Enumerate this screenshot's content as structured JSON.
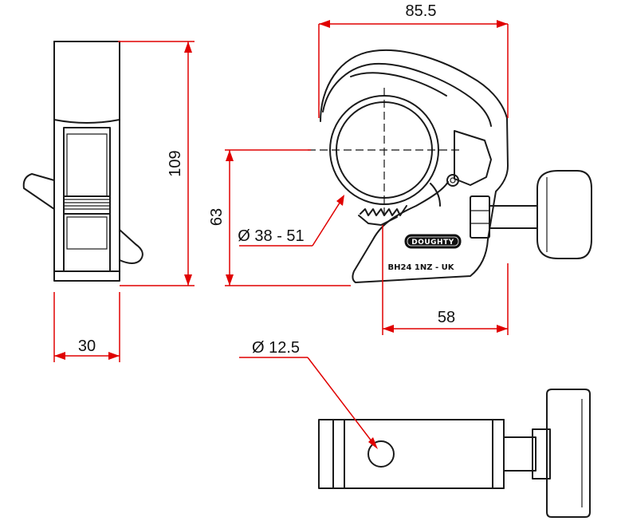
{
  "dimensions": {
    "overall_width": "85.5",
    "overall_height": "109",
    "tube_center_height": "63",
    "tube_range": "Ø 38 - 51",
    "side_width": "30",
    "knob_offset": "58",
    "pin_diameter": "Ø 12.5"
  },
  "label": {
    "brand": "DOUGHTY",
    "model": "BH24 1NZ - UK"
  },
  "colors": {
    "dimension": "#e00000",
    "line": "#1a1a1a",
    "background": "#ffffff"
  }
}
